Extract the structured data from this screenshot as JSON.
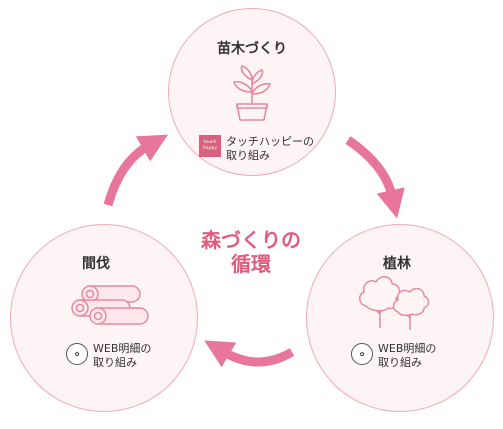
{
  "cycle": {
    "center_line1": "森づくりの",
    "center_line2": "循環"
  },
  "nodes": {
    "seedlings": {
      "title": "苗木づくり",
      "badge_line1": "touch",
      "badge_line2": "happy",
      "sub_line1": "タッチハッピーの",
      "sub_line2": "取り組み"
    },
    "planting": {
      "title": "植林",
      "sub_line1": "WEB明細の",
      "sub_line2": "取り組み"
    },
    "thinning": {
      "title": "間伐",
      "sub_line1": "WEB明細の",
      "sub_line2": "取り組み"
    }
  },
  "colors": {
    "accent": "#e05c7e",
    "arrow": "#e8769a",
    "circle_fill": "#fdf4f5",
    "circle_border": "#f0a9b7",
    "icon_stroke": "#e58aa0"
  },
  "icons": {
    "seedlings": "potted-plant-icon",
    "planting": "trees-icon",
    "thinning": "logs-icon",
    "arrows": "cycle-arrow-icon"
  }
}
